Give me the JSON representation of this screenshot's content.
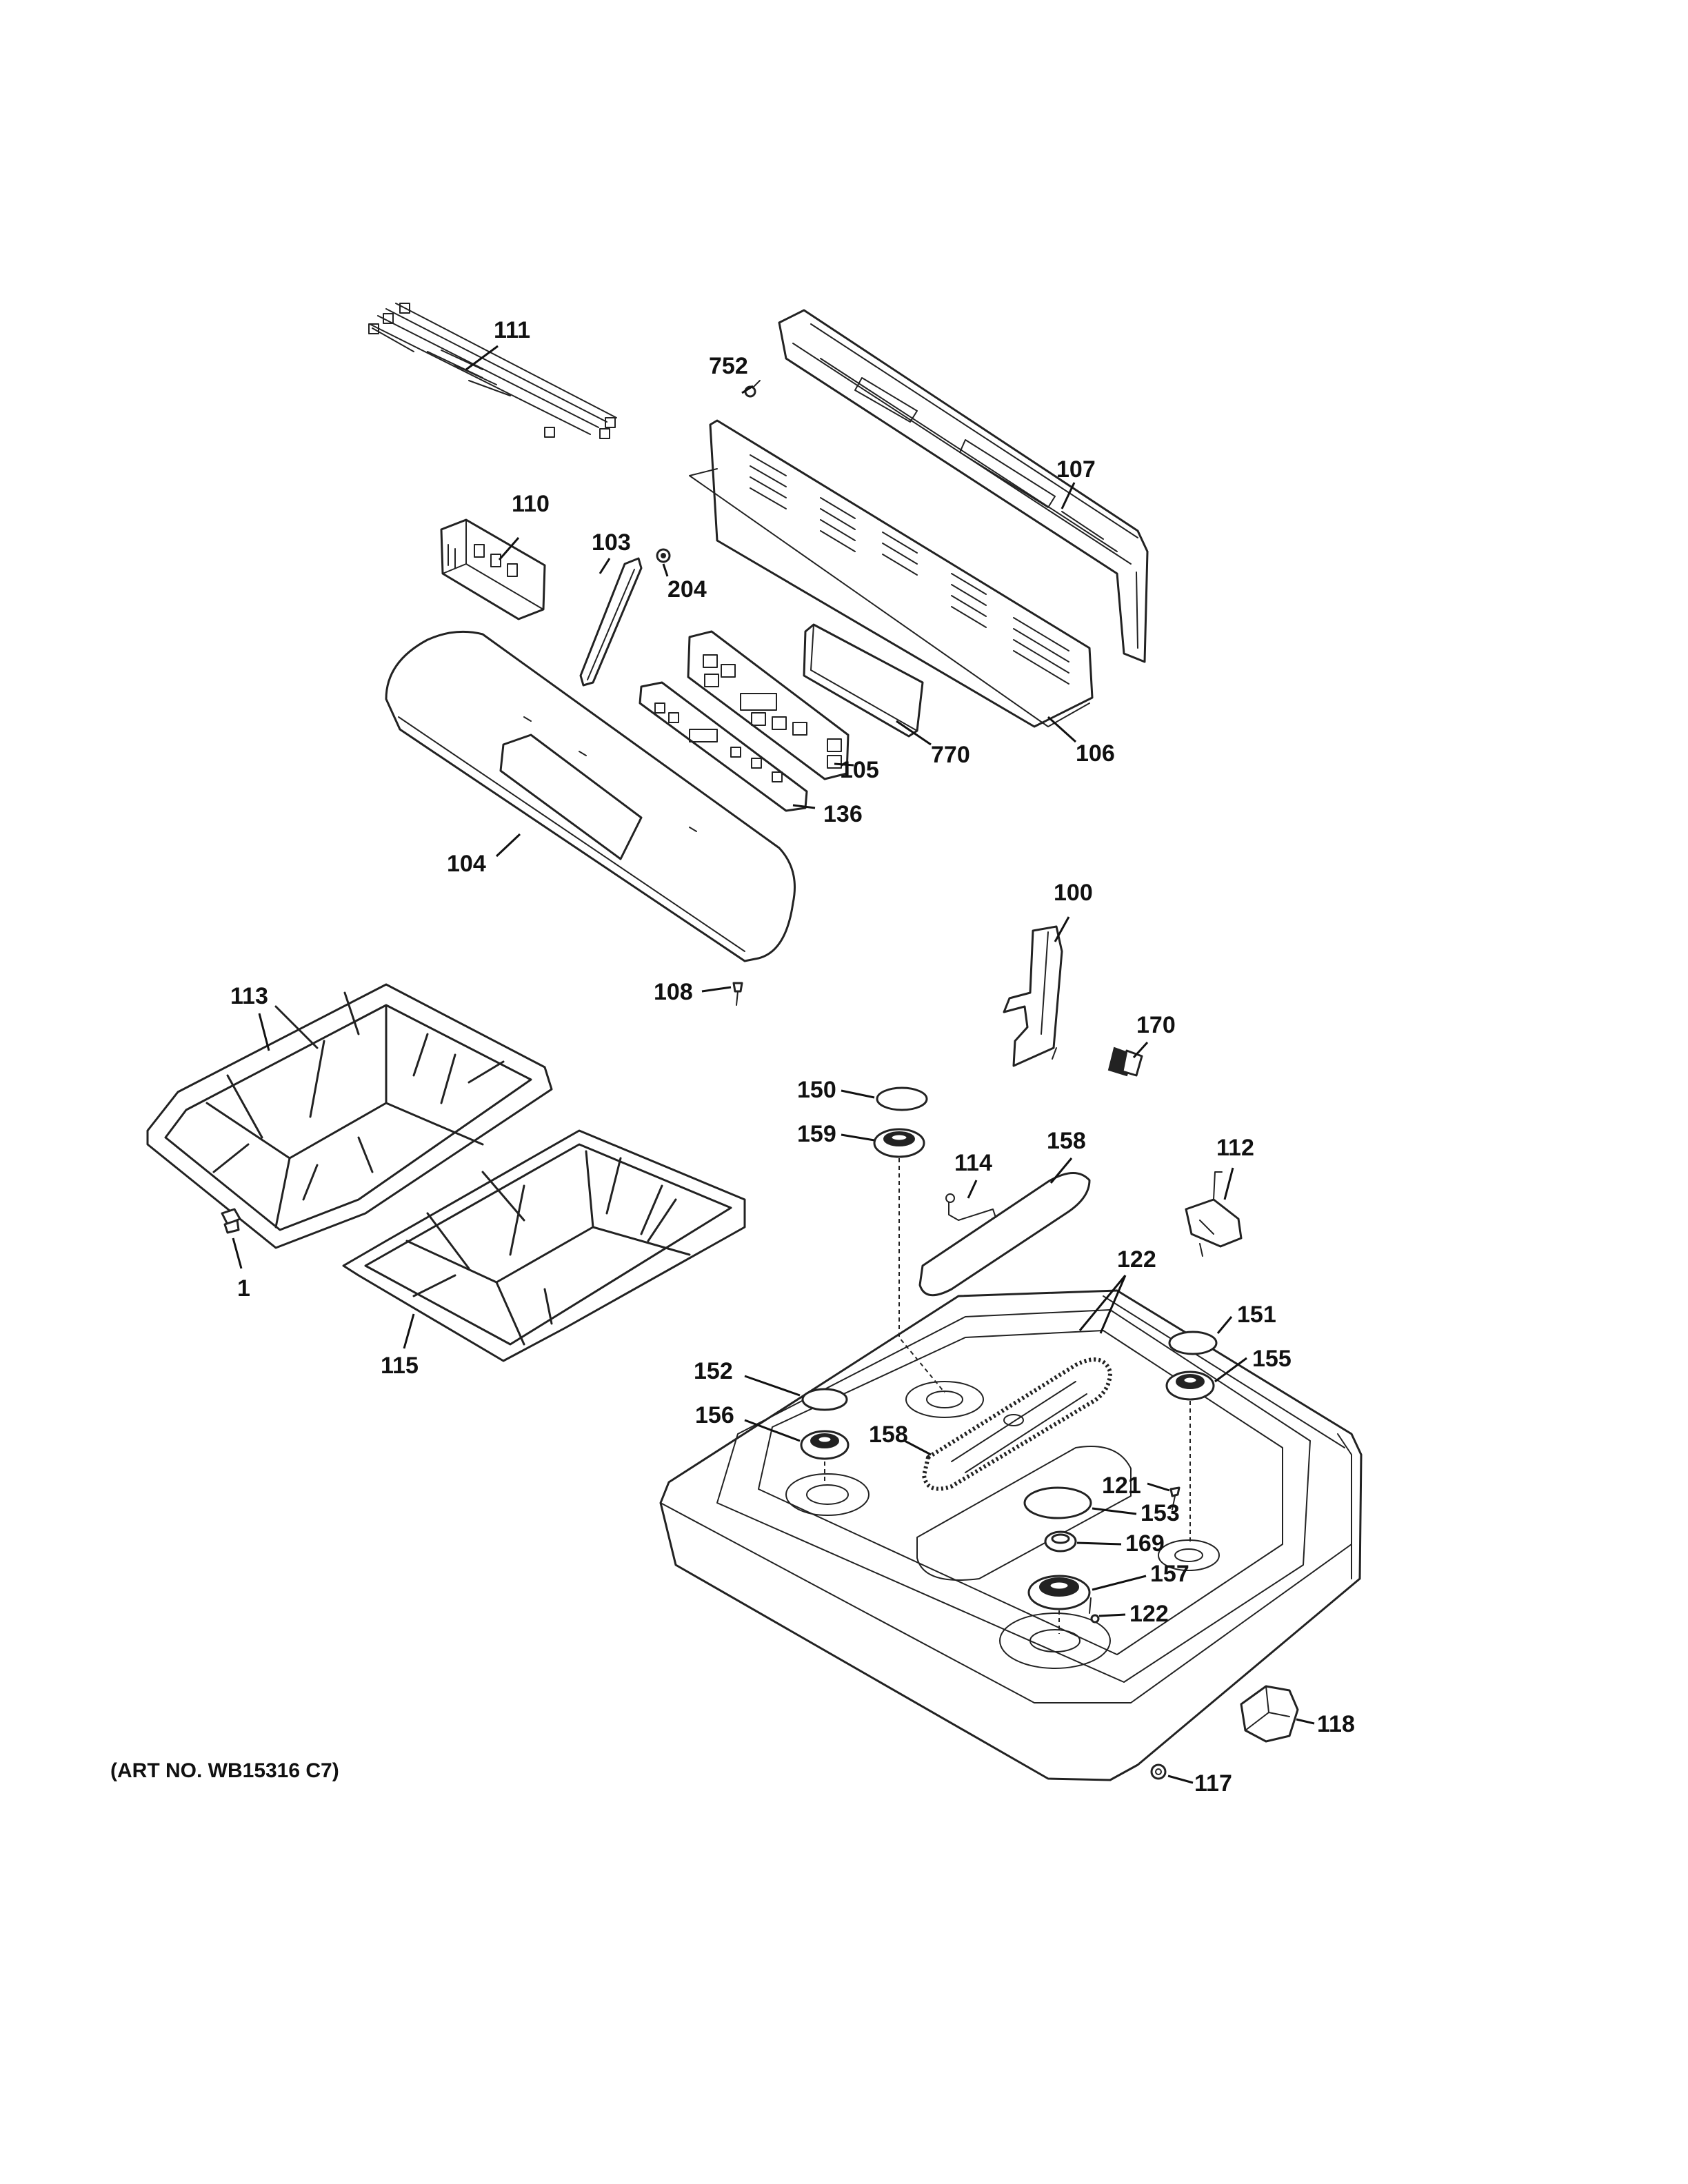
{
  "diagram": {
    "callouts": [
      {
        "id": "c111",
        "label": "111"
      },
      {
        "id": "c752",
        "label": "752"
      },
      {
        "id": "c107",
        "label": "107"
      },
      {
        "id": "c110",
        "label": "110"
      },
      {
        "id": "c103",
        "label": "103"
      },
      {
        "id": "c204",
        "label": "204"
      },
      {
        "id": "c770",
        "label": "770"
      },
      {
        "id": "c106",
        "label": "106"
      },
      {
        "id": "c105",
        "label": "105"
      },
      {
        "id": "c136",
        "label": "136"
      },
      {
        "id": "c104",
        "label": "104"
      },
      {
        "id": "c100",
        "label": "100"
      },
      {
        "id": "c108",
        "label": "108"
      },
      {
        "id": "c170",
        "label": "170"
      },
      {
        "id": "c113",
        "label": "113"
      },
      {
        "id": "c150",
        "label": "150"
      },
      {
        "id": "c159",
        "label": "159"
      },
      {
        "id": "c158a",
        "label": "158"
      },
      {
        "id": "c114",
        "label": "114"
      },
      {
        "id": "c112",
        "label": "112"
      },
      {
        "id": "c1",
        "label": "1"
      },
      {
        "id": "c122a",
        "label": "122"
      },
      {
        "id": "c115",
        "label": "115"
      },
      {
        "id": "c151",
        "label": "151"
      },
      {
        "id": "c152",
        "label": "152"
      },
      {
        "id": "c155",
        "label": "155"
      },
      {
        "id": "c156",
        "label": "156"
      },
      {
        "id": "c158b",
        "label": "158"
      },
      {
        "id": "c121",
        "label": "121"
      },
      {
        "id": "c153",
        "label": "153"
      },
      {
        "id": "c169",
        "label": "169"
      },
      {
        "id": "c157",
        "label": "157"
      },
      {
        "id": "c122b",
        "label": "122"
      },
      {
        "id": "c118",
        "label": "118"
      },
      {
        "id": "c117",
        "label": "117"
      }
    ],
    "art_number": "(ART NO. WB15316 C7)"
  }
}
